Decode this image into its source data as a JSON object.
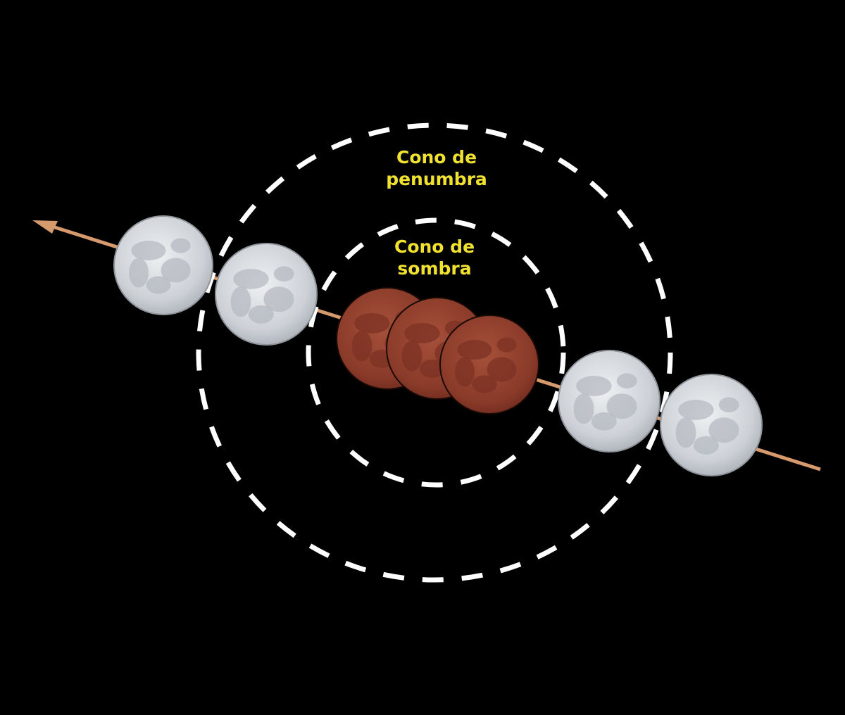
{
  "labels": {
    "penumbra_line1": "Cono de",
    "penumbra_line2": "penumbra",
    "umbra_line1": "Cono de",
    "umbra_line2": "sombra"
  },
  "colors": {
    "background": "#000000",
    "label": "#f2e230",
    "orbit_arrow": "#d69a6c",
    "moon_full": "#cfd2d6",
    "moon_eclipsed": "#8c3b2b",
    "cone_outline": "#ffffff"
  },
  "moon_phases": [
    "full",
    "full",
    "eclipsed",
    "eclipsed",
    "eclipsed",
    "full",
    "full"
  ]
}
